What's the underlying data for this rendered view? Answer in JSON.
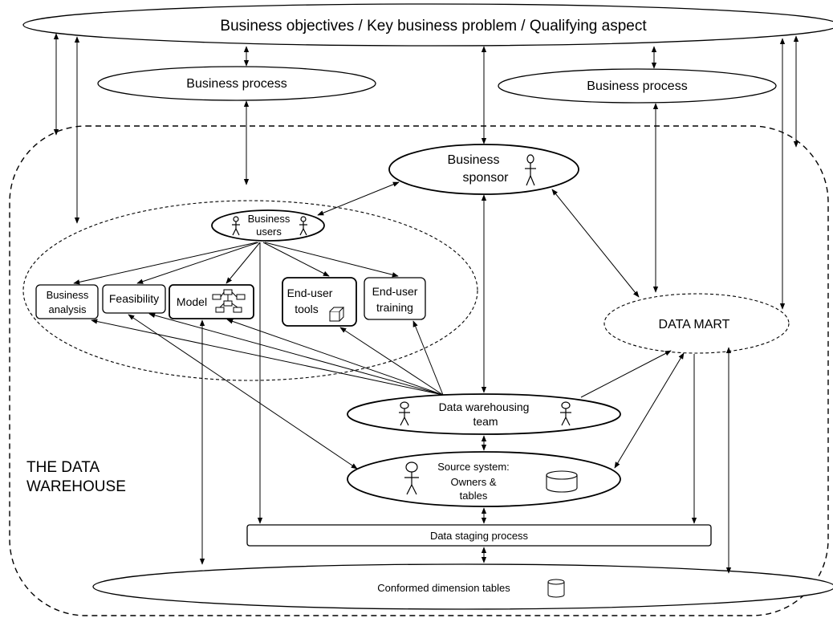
{
  "top": {
    "label": "Business objectives / Key business problem / Qualifying aspect"
  },
  "business_process_left": {
    "label": "Business process"
  },
  "business_process_right": {
    "label": "Business process"
  },
  "business_sponsor": {
    "line1": "Business",
    "line2": "sponsor"
  },
  "business_users": {
    "line1": "Business",
    "line2": "users"
  },
  "tasks": {
    "business_analysis": {
      "line1": "Business",
      "line2": "analysis"
    },
    "feasibility": {
      "label": "Feasibility"
    },
    "model": {
      "label": "Model"
    },
    "end_user_tools": {
      "line1": "End-user",
      "line2": "tools"
    },
    "end_user_training": {
      "line1": "End-user",
      "line2": "training"
    }
  },
  "data_mart": {
    "label": "DATA MART"
  },
  "dw_team": {
    "line1": "Data warehousing",
    "line2": "team"
  },
  "source_system": {
    "line1": "Source system:",
    "line2": "Owners &",
    "line3": "tables"
  },
  "staging": {
    "label": "Data staging process"
  },
  "conformed": {
    "label": "Conformed dimension tables"
  },
  "warehouse": {
    "line1": "THE DATA",
    "line2": "WAREHOUSE"
  }
}
